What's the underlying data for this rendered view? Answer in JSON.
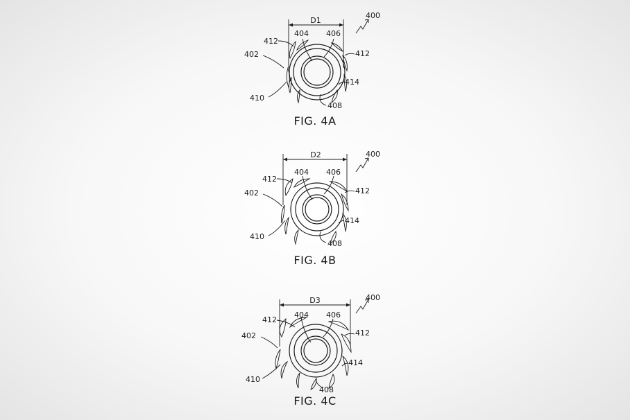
{
  "figures": [
    {
      "id": "4A",
      "caption": "FIG. 4A",
      "diameter_label": "D1",
      "labels": {
        "assembly": "400",
        "outer": "402",
        "inner": "404",
        "core": "406",
        "base": "408",
        "petal": "410",
        "tip_left": "412",
        "tip_right": "412",
        "petal_right": "414"
      }
    },
    {
      "id": "4B",
      "caption": "FIG. 4B",
      "diameter_label": "D2",
      "labels": {
        "assembly": "400",
        "outer": "402",
        "inner": "404",
        "core": "406",
        "base": "408",
        "petal": "410",
        "tip_left": "412",
        "tip_right": "412",
        "petal_right": "414"
      }
    },
    {
      "id": "4C",
      "caption": "FIG. 4C",
      "diameter_label": "D3",
      "labels": {
        "assembly": "400",
        "outer": "402",
        "inner": "404",
        "core": "406",
        "base": "408",
        "petal": "410",
        "tip_left": "412",
        "tip_right": "412",
        "petal_right": "414"
      }
    }
  ]
}
